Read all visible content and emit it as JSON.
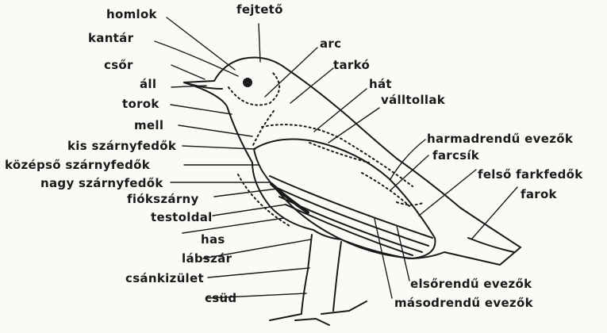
{
  "labels": {
    "homlok": "homlok",
    "kantar": "kantár",
    "csor": "csőr",
    "all": "áll",
    "torok": "torok",
    "mell": "mell",
    "kis_szarnyfedok": "kis szárnyfedők",
    "kozepso_szarnyfedok": "középső szárnyfedők",
    "nagy_szarnyfedok": "nagy szárnyfedők",
    "fiokszarny": "fiókszárny",
    "testoldal": "testoldal",
    "has": "has",
    "labszar": "lábszár",
    "csankizulet": "csánkizület",
    "csud": "csüd",
    "fejteto": "fejtető",
    "arc": "arc",
    "tarko": "tarkó",
    "hat": "hát",
    "valltollak": "válltollak",
    "harmadrendu_evezok": "harmadrendű evezők",
    "farcsik": "farcsík",
    "felso_farkfedok": "felső farkfedők",
    "farok": "farok",
    "elsorendu_evezok": "elsőrendű evezők",
    "masodrendu_evezok": "másodrendű evezők"
  },
  "colors": {
    "ink": "#1a1a1a",
    "paper": "#fbfaf6"
  }
}
